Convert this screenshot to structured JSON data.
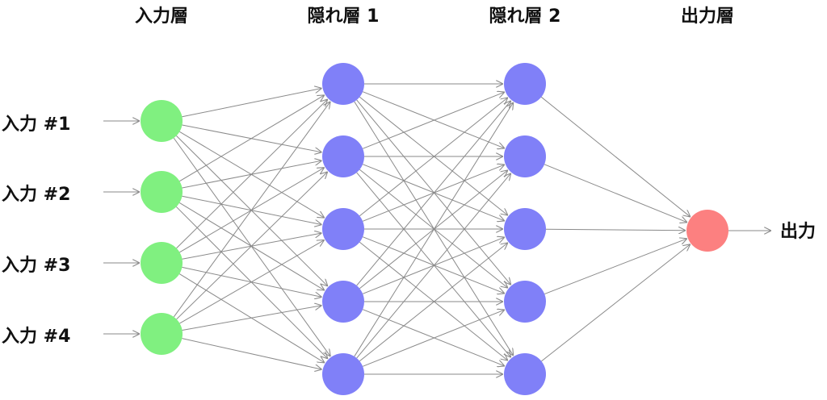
{
  "layers": [
    {
      "title": "入力層",
      "nodes": 4,
      "color": "#80f080"
    },
    {
      "title": "隠れ層 1",
      "nodes": 5,
      "color": "#8080f8"
    },
    {
      "title": "隠れ層 2",
      "nodes": 5,
      "color": "#8080f8"
    },
    {
      "title": "出力層",
      "nodes": 1,
      "color": "#fc8080"
    }
  ],
  "inputs": [
    {
      "label": "入力 #1"
    },
    {
      "label": "入力 #2"
    },
    {
      "label": "入力 #3"
    },
    {
      "label": "入力 #4"
    }
  ],
  "output": {
    "label": "出力"
  },
  "colors": {
    "edge": "#8a8a8a",
    "text": "#111111",
    "background": "#ffffff"
  }
}
